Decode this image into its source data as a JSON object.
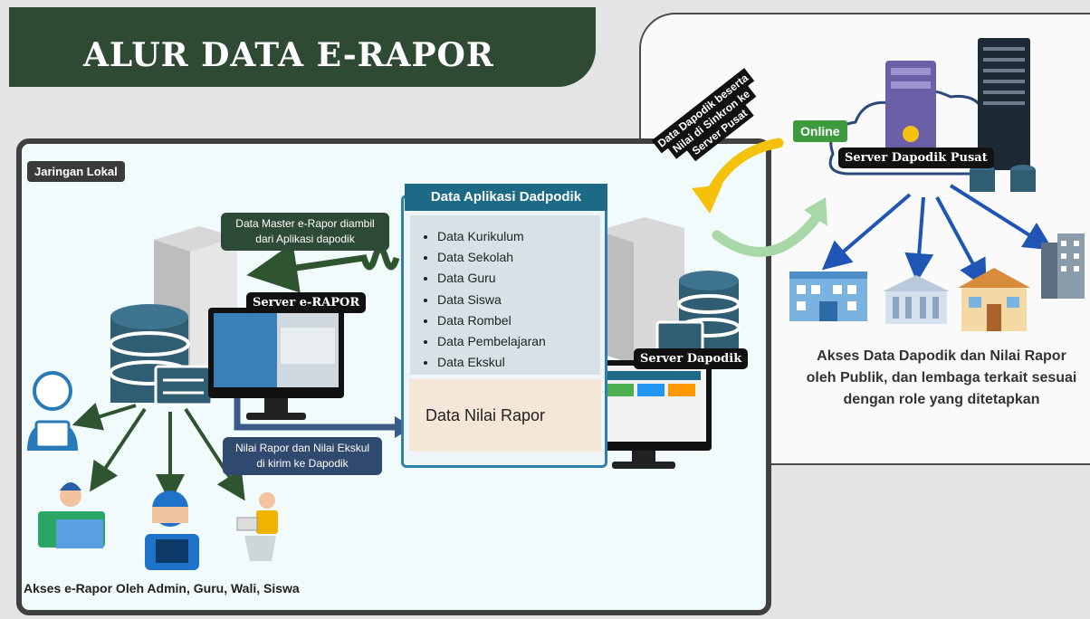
{
  "title": "ALUR DATA E-RAPOR",
  "local_network": {
    "label": "Jaringan Lokal",
    "server_erapor_label": "Server e-RAPOR",
    "server_dapodik_label": "Server Dapodik",
    "note_master": "Data Master e-Rapor diambil dari Aplikasi dapodik",
    "note_nilai": "Nilai Rapor dan Nilai Ekskul di kirim ke Dapodik",
    "access_caption": "Akses e-Rapor Oleh Admin, Guru, Wali, Siswa"
  },
  "dapodik_app": {
    "header": "Data Aplikasi Dadpodik",
    "items": [
      "Data Kurikulum",
      "Data Sekolah",
      "Data Guru",
      "Data Siswa",
      "Data Rombel",
      "Data Pembelajaran",
      "Data Ekskul"
    ],
    "nilai_label": "Data Nilai Rapor"
  },
  "central": {
    "online_label": "Online",
    "sync_note": "Data Dapodik beserta Nilai di Sinkron ke Server Pusat",
    "server_label": "Server Dapodik Pusat",
    "access_caption": "Akses Data Dapodik dan Nilai Rapor oleh Publik, dan lembaga terkait sesuai dengan role yang ditetapkan"
  },
  "colors": {
    "title_bg": "#2e4a33",
    "data_header": "#1d6a86",
    "arrow_green": "#2f5530",
    "arrow_navy": "#3a5a88",
    "arrow_blue": "#1f55b4",
    "sync_yellow": "#f4c20d",
    "sync_green": "#a8d8a8"
  },
  "icons": [
    "server-rack-icon",
    "database-icon",
    "monitor-icon",
    "user-icon",
    "cloud-icon",
    "building-icon",
    "school-icon",
    "office-icon",
    "skyscraper-icon"
  ]
}
